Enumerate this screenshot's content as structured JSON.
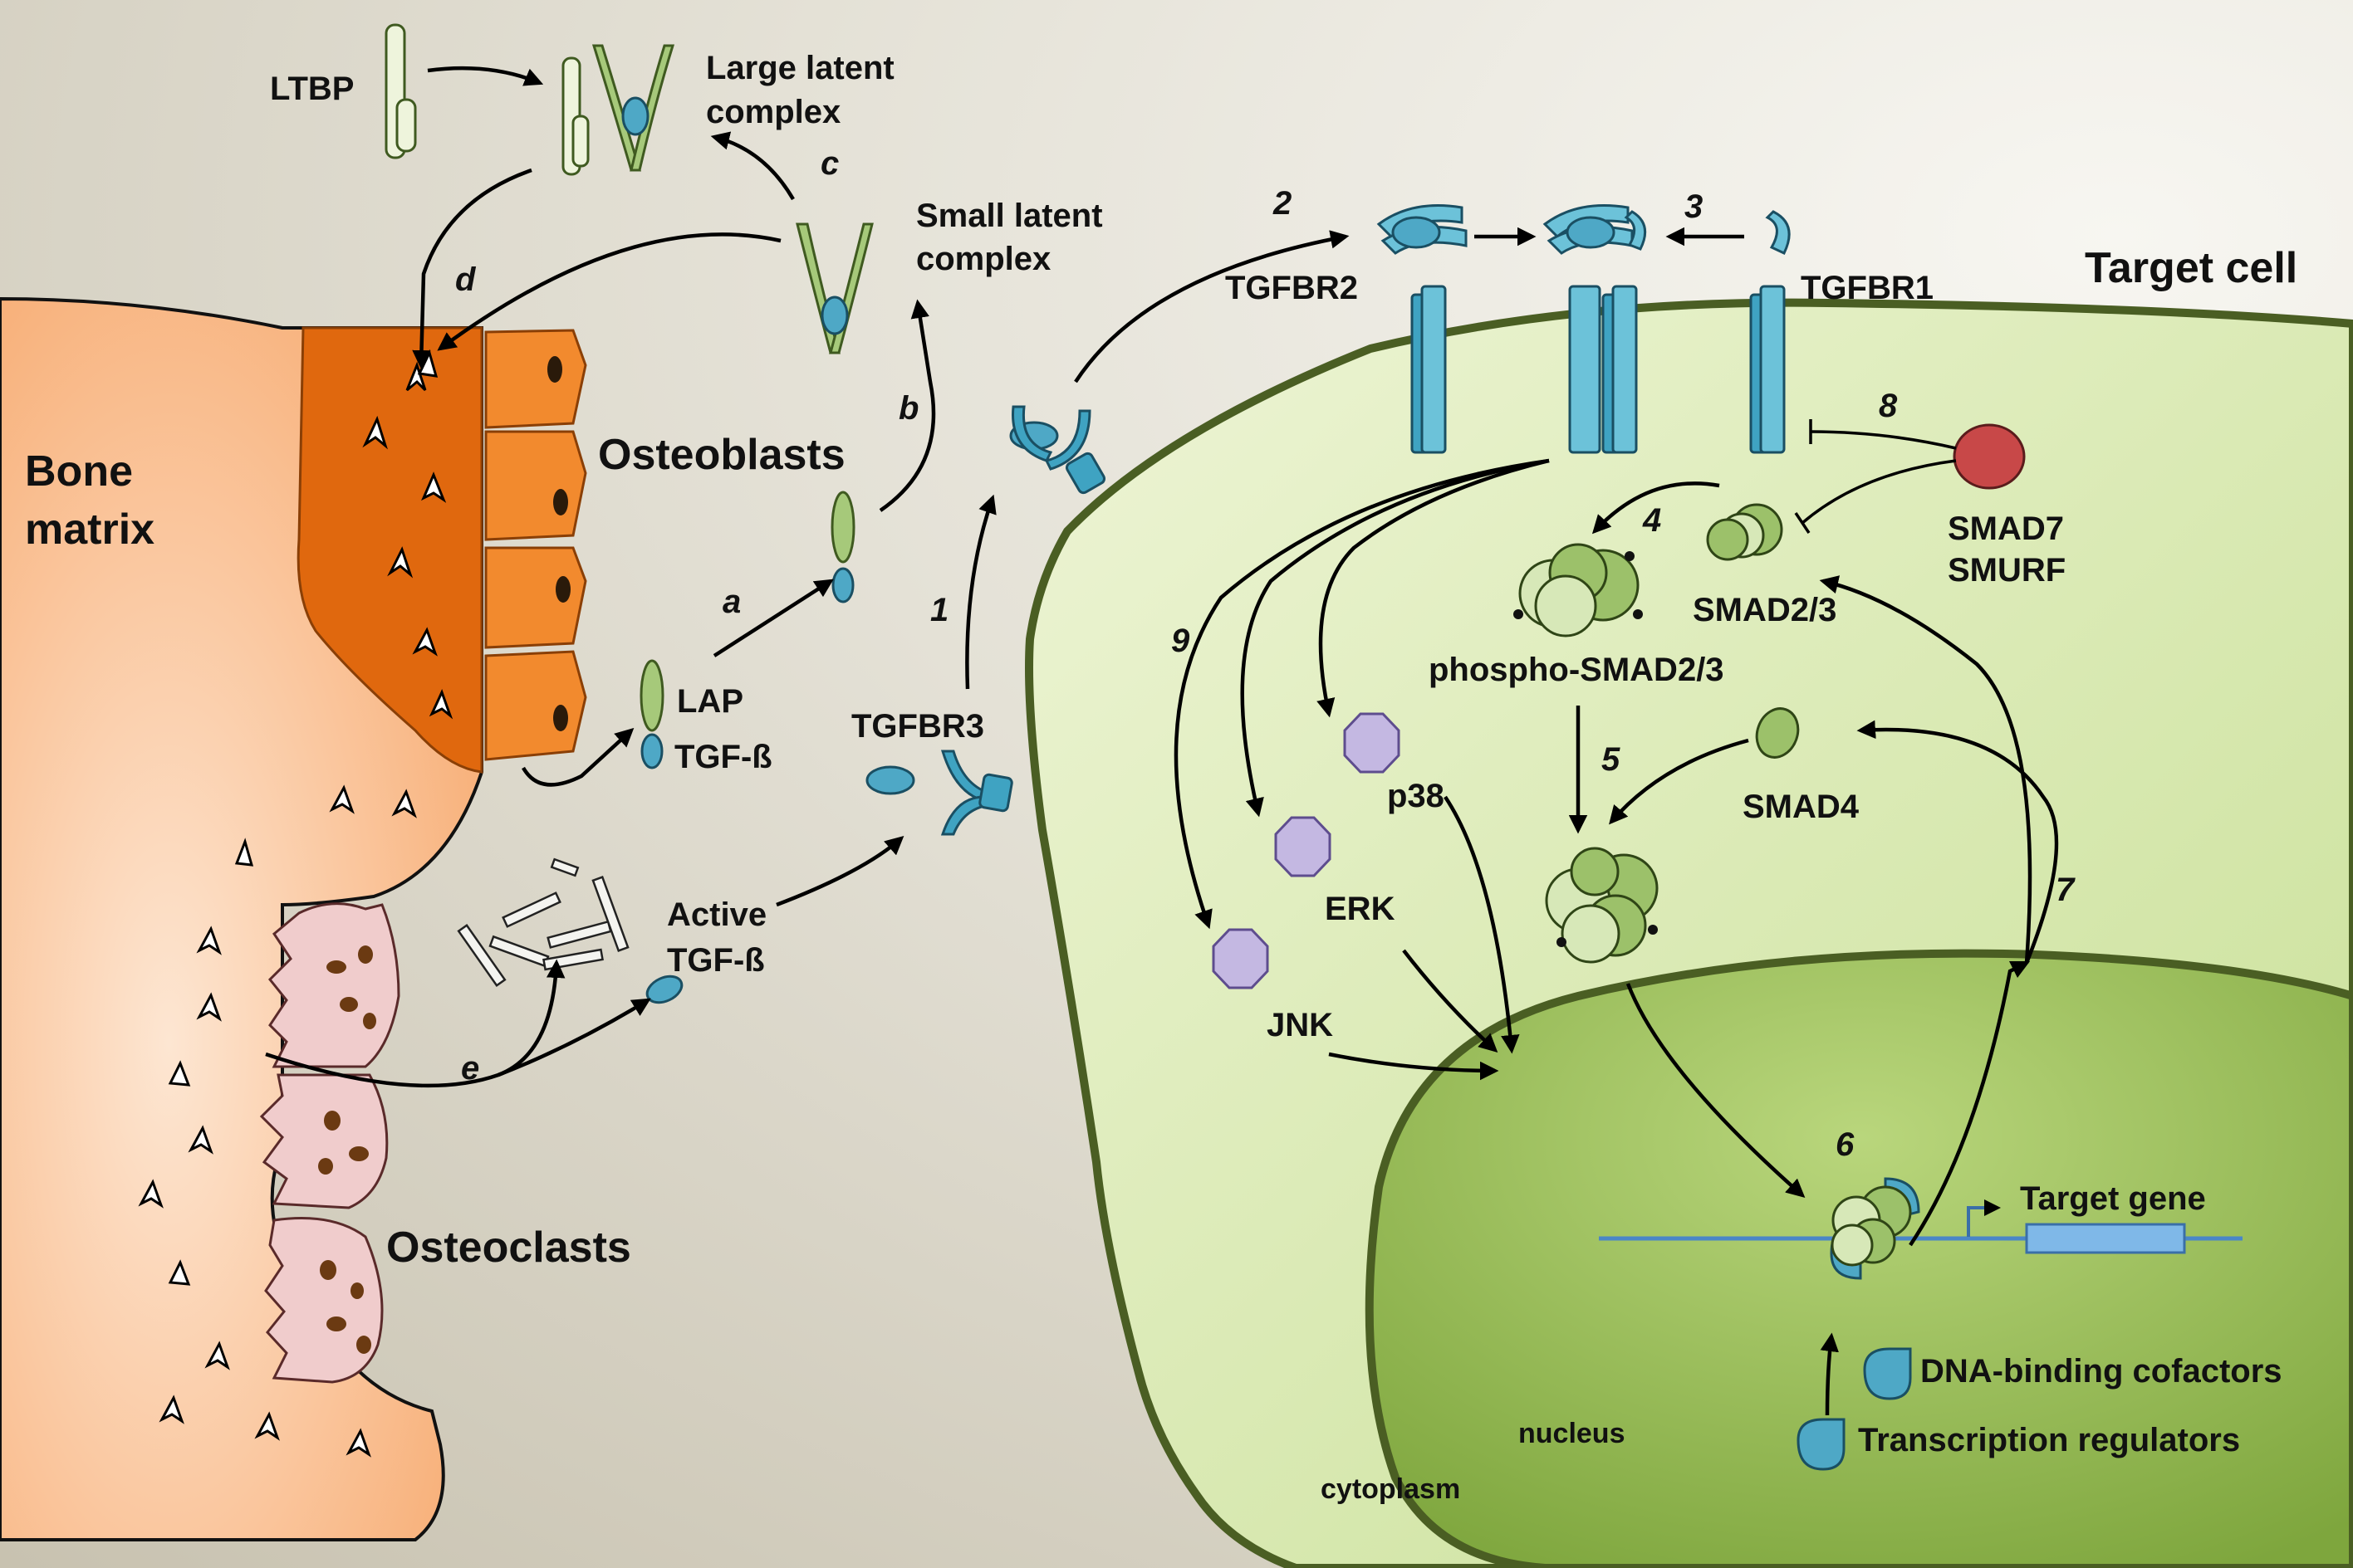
{
  "labels": {
    "ltbp": "LTBP",
    "large_latent_line1": "Large latent",
    "large_latent_line2": "complex",
    "small_latent_line1": "Small latent",
    "small_latent_line2": "complex",
    "bone_matrix_line1": "Bone",
    "bone_matrix_line2": "matrix",
    "osteoblasts": "Osteoblasts",
    "osteoclasts": "Osteoclasts",
    "lap": "LAP",
    "tgf_b": "TGF-ß",
    "active_line1": "Active",
    "active_line2": "TGF-ß",
    "tgfbr3": "TGFBR3",
    "tgfbr2": "TGFBR2",
    "tgfbr1": "TGFBR1",
    "target_cell": "Target cell",
    "smad7": "SMAD7",
    "smurf": "SMURF",
    "smad23": "SMAD2/3",
    "phospho_smad23": "phospho-SMAD2/3",
    "smad4": "SMAD4",
    "p38": "p38",
    "erk": "ERK",
    "jnk": "JNK",
    "target_gene": "Target gene",
    "dna_cofactors": "DNA-binding cofactors",
    "transcription_regulators": "Transcription regulators",
    "nucleus": "nucleus",
    "cytoplasm": "cytoplasm"
  },
  "steps": {
    "s1": "1",
    "s2": "2",
    "s3": "3",
    "s4": "4",
    "s5": "5",
    "s6": "6",
    "s7": "7",
    "s8": "8",
    "s9": "9",
    "a": "a",
    "b": "b",
    "c": "c",
    "d": "d",
    "e": "e"
  },
  "colors": {
    "bone": "#f9b98a",
    "osteoblast_layer": "#e0680e",
    "cell_fill": "#d6e6b0",
    "nucleus_fill": "#9fc25a",
    "membrane": "#4a5e23",
    "receptor": "#3fa3c2",
    "smad": "#9cc16a",
    "kinase": "#c4b8e2",
    "smad7": "#c84848",
    "gene": "#7fb8e8"
  }
}
